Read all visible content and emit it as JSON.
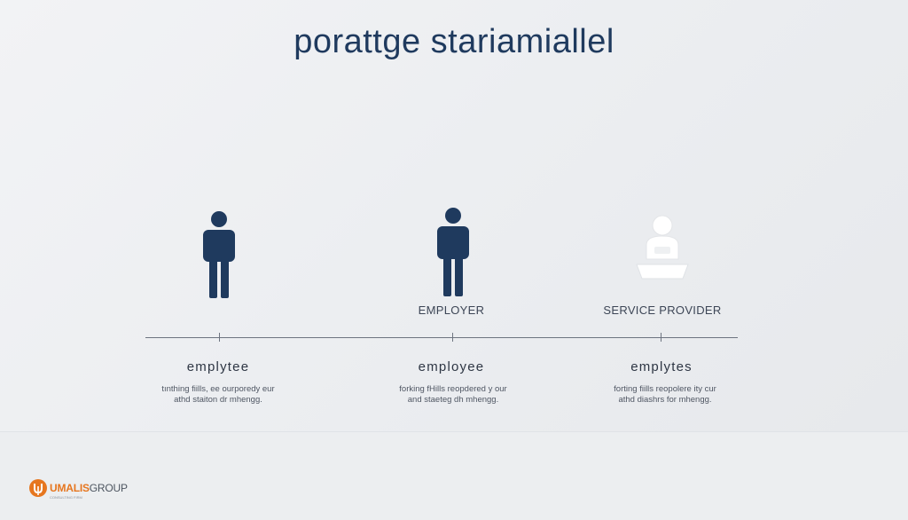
{
  "title": "porattge stariamiallel",
  "role_labels": {
    "middle": "EMPLOYER",
    "right": "SERVICE PROVIDER"
  },
  "columns": [
    {
      "heading": "emplytee",
      "desc_line1": "tınthing fiills, ee ourporedy eur",
      "desc_line2": "athd staiton dr mhengg."
    },
    {
      "heading": "employee",
      "desc_line1": "forking fHills reopdered y our",
      "desc_line2": "and staeteg dh mhengg."
    },
    {
      "heading": "emplytes",
      "desc_line1": "forting fiills reopolere ity cur",
      "desc_line2": "athd diashrs for mhengg."
    }
  ],
  "icons": {
    "left": "person-icon",
    "middle": "person-icon",
    "right": "service-provider-icon"
  },
  "logo": {
    "brand": "UMALIS",
    "group": "GROUP",
    "tagline": "CONSULTING FIRM"
  },
  "colors": {
    "navy": "#1f3a5e",
    "logo_orange": "#e6761f"
  }
}
